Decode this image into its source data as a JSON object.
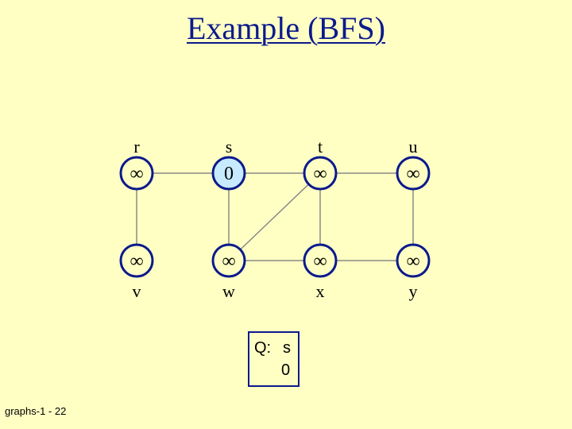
{
  "title": "Example (BFS)",
  "graph": {
    "vertices": [
      {
        "id": "r",
        "label": "r",
        "value": "∞",
        "highlight": false
      },
      {
        "id": "s",
        "label": "s",
        "value": "0",
        "highlight": true
      },
      {
        "id": "t",
        "label": "t",
        "value": "∞",
        "highlight": false
      },
      {
        "id": "u",
        "label": "u",
        "value": "∞",
        "highlight": false
      },
      {
        "id": "v",
        "label": "v",
        "value": "∞",
        "highlight": false
      },
      {
        "id": "w",
        "label": "w",
        "value": "∞",
        "highlight": false
      },
      {
        "id": "x",
        "label": "x",
        "value": "∞",
        "highlight": false
      },
      {
        "id": "y",
        "label": "y",
        "value": "∞",
        "highlight": false
      }
    ],
    "edges": [
      [
        "r",
        "s"
      ],
      [
        "s",
        "t"
      ],
      [
        "t",
        "u"
      ],
      [
        "r",
        "v"
      ],
      [
        "s",
        "w"
      ],
      [
        "t",
        "x"
      ],
      [
        "u",
        "y"
      ],
      [
        "w",
        "x"
      ],
      [
        "x",
        "y"
      ],
      [
        "w",
        "t"
      ]
    ],
    "colors": {
      "node_fill": "#ffffc4",
      "node_stroke": "#0b1a8c",
      "highlight_fill": "#c8eaff",
      "edge": "#8a8a8a"
    }
  },
  "queue": {
    "label": "Q:",
    "items": [
      "s"
    ],
    "distances": [
      "0"
    ]
  },
  "footer": "graphs-1 - 22"
}
